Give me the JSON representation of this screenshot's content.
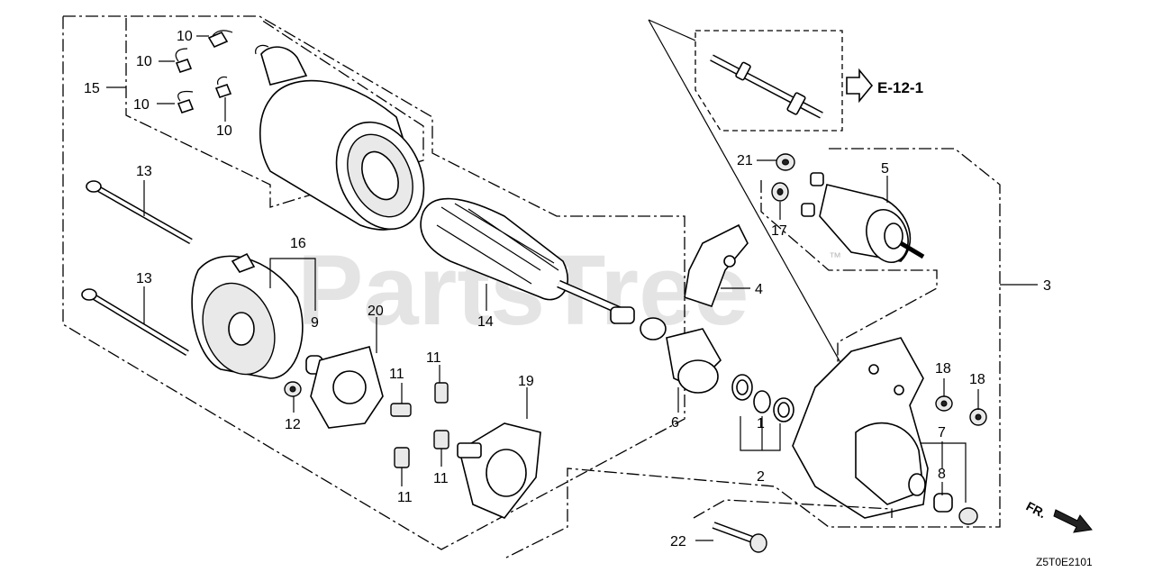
{
  "watermark": "PartsTree",
  "watermark_tm": "™",
  "diagram_code": "Z5T0E2101",
  "reference": {
    "text": "E-12-1"
  },
  "direction": {
    "text": "FR."
  },
  "callouts": [
    {
      "id": "c1",
      "text": "1"
    },
    {
      "id": "c2",
      "text": "2"
    },
    {
      "id": "c3",
      "text": "3"
    },
    {
      "id": "c4",
      "text": "4"
    },
    {
      "id": "c5",
      "text": "5"
    },
    {
      "id": "c6",
      "text": "6"
    },
    {
      "id": "c7",
      "text": "7"
    },
    {
      "id": "c8",
      "text": "8"
    },
    {
      "id": "c9",
      "text": "9"
    },
    {
      "id": "c10a",
      "text": "10"
    },
    {
      "id": "c10b",
      "text": "10"
    },
    {
      "id": "c10c",
      "text": "10"
    },
    {
      "id": "c10d",
      "text": "10"
    },
    {
      "id": "c11a",
      "text": "11"
    },
    {
      "id": "c11b",
      "text": "11"
    },
    {
      "id": "c11c",
      "text": "11"
    },
    {
      "id": "c11d",
      "text": "11"
    },
    {
      "id": "c12",
      "text": "12"
    },
    {
      "id": "c13a",
      "text": "13"
    },
    {
      "id": "c13b",
      "text": "13"
    },
    {
      "id": "c14",
      "text": "14"
    },
    {
      "id": "c15",
      "text": "15"
    },
    {
      "id": "c16",
      "text": "16"
    },
    {
      "id": "c17",
      "text": "17"
    },
    {
      "id": "c18a",
      "text": "18"
    },
    {
      "id": "c18b",
      "text": "18"
    },
    {
      "id": "c19",
      "text": "19"
    },
    {
      "id": "c20",
      "text": "20"
    },
    {
      "id": "c21",
      "text": "21"
    },
    {
      "id": "c22",
      "text": "22"
    }
  ]
}
